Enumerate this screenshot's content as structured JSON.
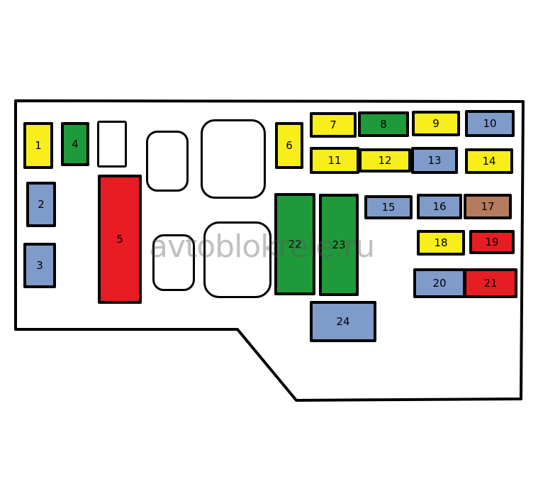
{
  "colors": {
    "yellow": "#f7ee1c",
    "green": "#1f9a3a",
    "blue": "#7f9bc9",
    "red": "#e81d23",
    "brown": "#b57b5f",
    "outline": "#000000",
    "background": "#ffffff"
  },
  "fuses": [
    {
      "label": "1",
      "color": "yellow"
    },
    {
      "label": "2",
      "color": "blue"
    },
    {
      "label": "3",
      "color": "blue"
    },
    {
      "label": "4",
      "color": "green"
    },
    {
      "label": "5",
      "color": "red"
    },
    {
      "label": "6",
      "color": "yellow"
    },
    {
      "label": "7",
      "color": "yellow"
    },
    {
      "label": "8",
      "color": "green"
    },
    {
      "label": "9",
      "color": "yellow"
    },
    {
      "label": "10",
      "color": "blue"
    },
    {
      "label": "11",
      "color": "yellow"
    },
    {
      "label": "12",
      "color": "yellow"
    },
    {
      "label": "13",
      "color": "blue"
    },
    {
      "label": "14",
      "color": "yellow"
    },
    {
      "label": "15",
      "color": "blue"
    },
    {
      "label": "16",
      "color": "blue"
    },
    {
      "label": "17",
      "color": "brown"
    },
    {
      "label": "18",
      "color": "yellow"
    },
    {
      "label": "19",
      "color": "red"
    },
    {
      "label": "20",
      "color": "blue"
    },
    {
      "label": "21",
      "color": "red"
    },
    {
      "label": "22",
      "color": "green"
    },
    {
      "label": "23",
      "color": "green"
    },
    {
      "label": "24",
      "color": "blue"
    }
  ],
  "watermark": "avtoblokrele.ru"
}
